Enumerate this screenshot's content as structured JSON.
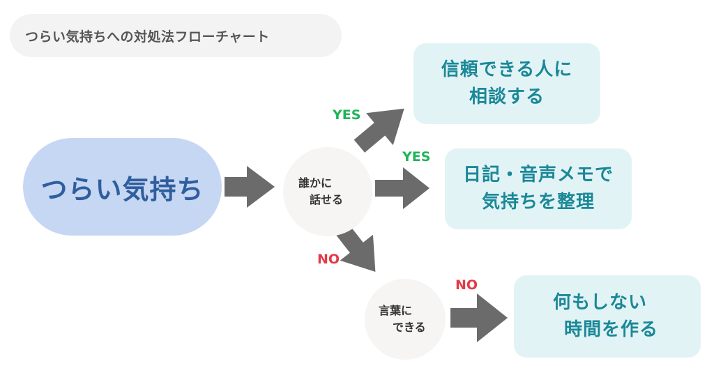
{
  "title": "つらい気持ちへの対処法フローチャート",
  "start": {
    "label": "つらい気持ち"
  },
  "question1": {
    "line1": "誰かに",
    "line2": "話せる"
  },
  "question2": {
    "line1": "言葉に",
    "line2": "できる"
  },
  "result1": {
    "line1": "信頼できる人に",
    "line2": "相談する"
  },
  "result2": {
    "line1": "日記・音声メモで",
    "line2": "気持ちを整理"
  },
  "result3": {
    "line1": "何もしない",
    "line2": "時間を作る"
  },
  "labels": {
    "yes1": "YES",
    "yes2": "YES",
    "no1": "NO",
    "no2": "NO"
  },
  "colors": {
    "start_fill": "#c6d7f3",
    "start_text": "#2f5e9e",
    "result_fill": "#e2f3f6",
    "result_text": "#1b8897",
    "question_fill": "#f7f4f4",
    "arrow": "#6b6b6b",
    "yes": "#20b45a",
    "no": "#e23a46"
  }
}
